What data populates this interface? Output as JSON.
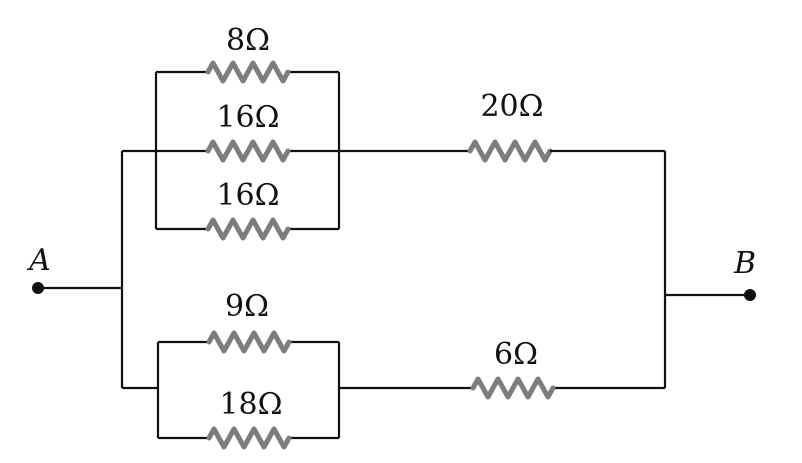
{
  "diagram": {
    "colors": {
      "wire": "#111111",
      "resistor": "#7d7d7d",
      "background": "#ffffff"
    },
    "nodes": {
      "a_label": "A",
      "b_label": "B"
    },
    "resistors": {
      "r8": "8Ω",
      "r16_top": "16Ω",
      "r16_bottom": "16Ω",
      "r20": "20Ω",
      "r9": "9Ω",
      "r18": "18Ω",
      "r6": "6Ω"
    }
  }
}
